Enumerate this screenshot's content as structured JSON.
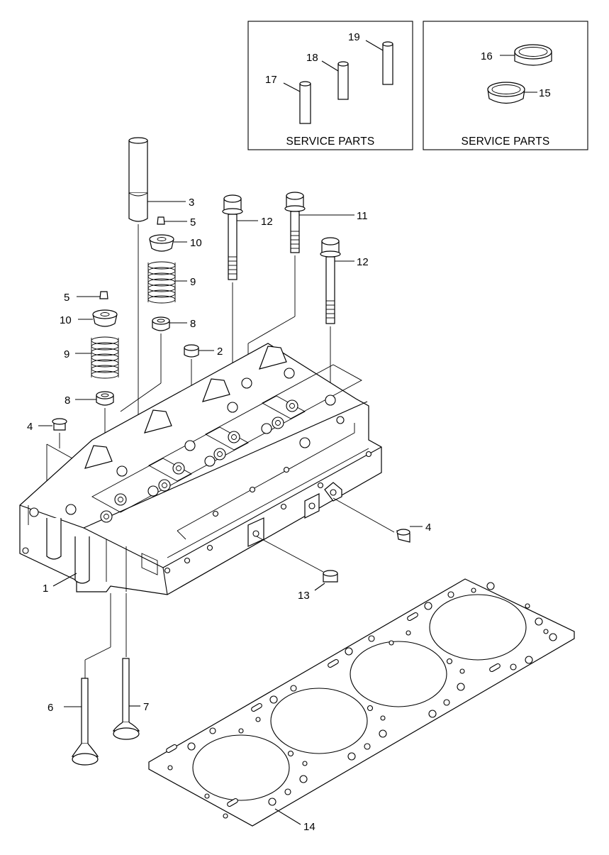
{
  "service_boxes": [
    {
      "label": "SERVICE PARTS",
      "parts": [
        "17",
        "18",
        "19"
      ]
    },
    {
      "label": "SERVICE PARTS",
      "parts": [
        "16",
        "15"
      ]
    }
  ],
  "callouts": {
    "p1": "1",
    "p2": "2",
    "p3": "3",
    "p4a": "4",
    "p4b": "4",
    "p5a": "5",
    "p5b": "5",
    "p6": "6",
    "p7": "7",
    "p8a": "8",
    "p8b": "8",
    "p9a": "9",
    "p9b": "9",
    "p10a": "10",
    "p10b": "10",
    "p11": "11",
    "p12a": "12",
    "p12b": "12",
    "p13": "13",
    "p14": "14",
    "p15": "15",
    "p16": "16",
    "p17": "17",
    "p18": "18",
    "p19": "19"
  }
}
